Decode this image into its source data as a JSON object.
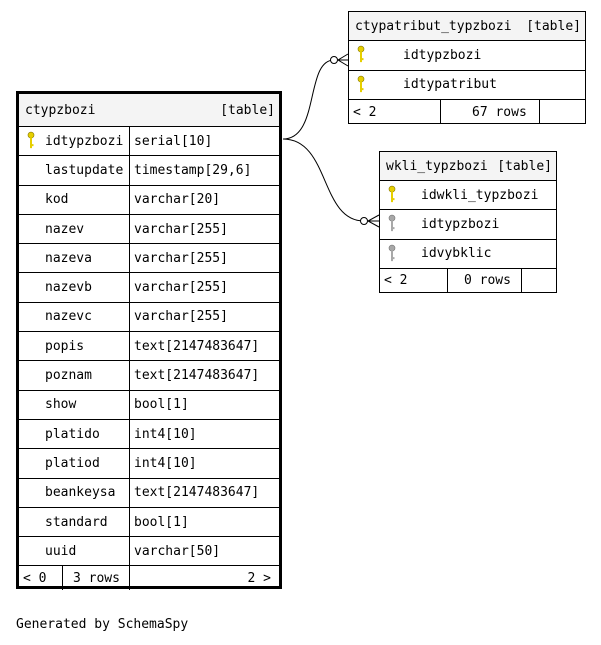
{
  "tables": {
    "ctypzbozi": {
      "name": "ctypzbozi",
      "kind": "[table]",
      "columns": [
        {
          "name": "idtypzbozi",
          "type": "serial[10]",
          "key": "primary"
        },
        {
          "name": "lastupdate",
          "type": "timestamp[29,6]",
          "key": "none"
        },
        {
          "name": "kod",
          "type": "varchar[20]",
          "key": "none"
        },
        {
          "name": "nazev",
          "type": "varchar[255]",
          "key": "none"
        },
        {
          "name": "nazeva",
          "type": "varchar[255]",
          "key": "none"
        },
        {
          "name": "nazevb",
          "type": "varchar[255]",
          "key": "none"
        },
        {
          "name": "nazevc",
          "type": "varchar[255]",
          "key": "none"
        },
        {
          "name": "popis",
          "type": "text[2147483647]",
          "key": "none"
        },
        {
          "name": "poznam",
          "type": "text[2147483647]",
          "key": "none"
        },
        {
          "name": "show",
          "type": "bool[1]",
          "key": "none"
        },
        {
          "name": "platido",
          "type": "int4[10]",
          "key": "none"
        },
        {
          "name": "platiod",
          "type": "int4[10]",
          "key": "none"
        },
        {
          "name": "beankeysa",
          "type": "text[2147483647]",
          "key": "none"
        },
        {
          "name": "standard",
          "type": "bool[1]",
          "key": "none"
        },
        {
          "name": "uuid",
          "type": "varchar[50]",
          "key": "none"
        }
      ],
      "footer": {
        "parents": "< 0",
        "rows": "3 rows",
        "children": "2 >"
      }
    },
    "ctypatribut_typzbozi": {
      "name": "ctypatribut_typzbozi",
      "kind": "[table]",
      "columns": [
        {
          "name": "idtypzbozi",
          "key": "primary"
        },
        {
          "name": "idtypatribut",
          "key": "primary"
        }
      ],
      "footer": {
        "parents": "< 2",
        "rows": "67 rows",
        "children": ""
      }
    },
    "wkli_typzbozi": {
      "name": "wkli_typzbozi",
      "kind": "[table]",
      "columns": [
        {
          "name": "idwkli_typzbozi",
          "key": "primary"
        },
        {
          "name": "idtypzbozi",
          "key": "foreign"
        },
        {
          "name": "idvybklic",
          "key": "foreign"
        }
      ],
      "footer": {
        "parents": "< 2",
        "rows": "0 rows",
        "children": ""
      }
    }
  },
  "colors": {
    "primary_key": "#e6cf00",
    "foreign_key": "#a8a8a8",
    "header_bg": "#f4f4f4"
  },
  "credit": "Generated by SchemaSpy"
}
